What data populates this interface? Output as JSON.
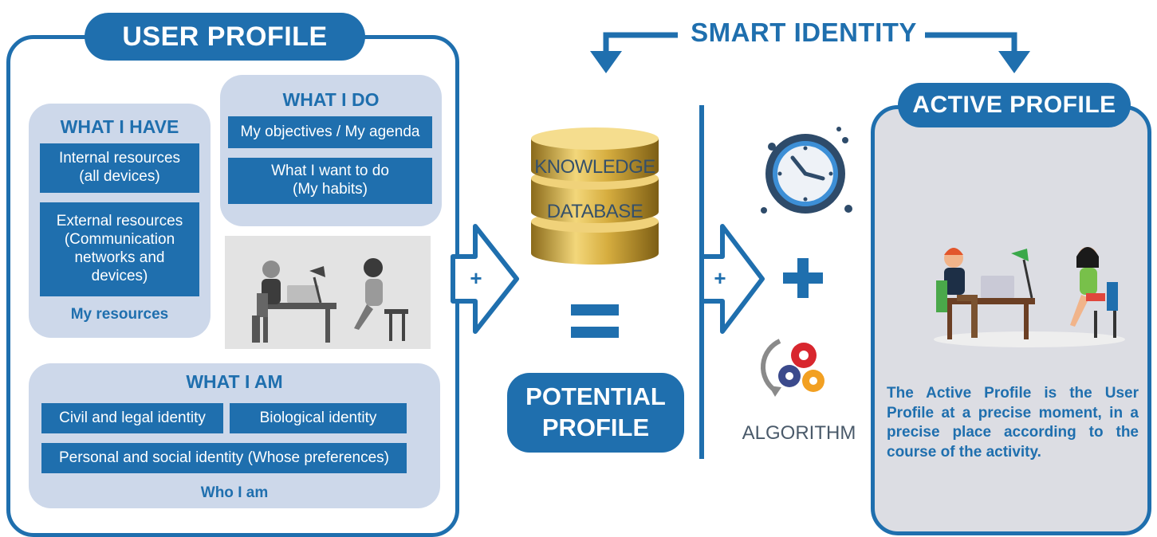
{
  "user_profile": {
    "title": "USER PROFILE",
    "what_i_have": {
      "heading": "WHAT I HAVE",
      "items": [
        "Internal resources\n(all devices)",
        "External resources\n(Communication\nnetworks and\ndevices)"
      ],
      "footer": "My resources"
    },
    "what_i_do": {
      "heading": "WHAT I DO",
      "items": [
        "My objectives / My agenda",
        "What I want to do\n(My habits)"
      ]
    },
    "what_i_am": {
      "heading": "WHAT I AM",
      "items": [
        "Civil and legal identity",
        "Biological identity",
        "Personal and social identity (Whose preferences)"
      ],
      "footer": "Who I am"
    }
  },
  "smart_identity": "SMART IDENTITY",
  "database": {
    "line1": "KNOWLEDGE",
    "line2": "DATABASE"
  },
  "potential_profile": "POTENTIAL\nPROFILE",
  "algorithm": "ALGORITHM",
  "operators": {
    "plus1": "+",
    "plus2": "+",
    "equals": "="
  },
  "active_profile": {
    "title": "ACTIVE PROFILE",
    "description": "The Active Profile is the User Profile at a precise moment, in a precise place according to the course of the activity."
  },
  "colors": {
    "primary": "#1f6fae",
    "panel": "#cdd8ea",
    "active_bg": "#dcdde3",
    "gold": "#c9a12e"
  }
}
